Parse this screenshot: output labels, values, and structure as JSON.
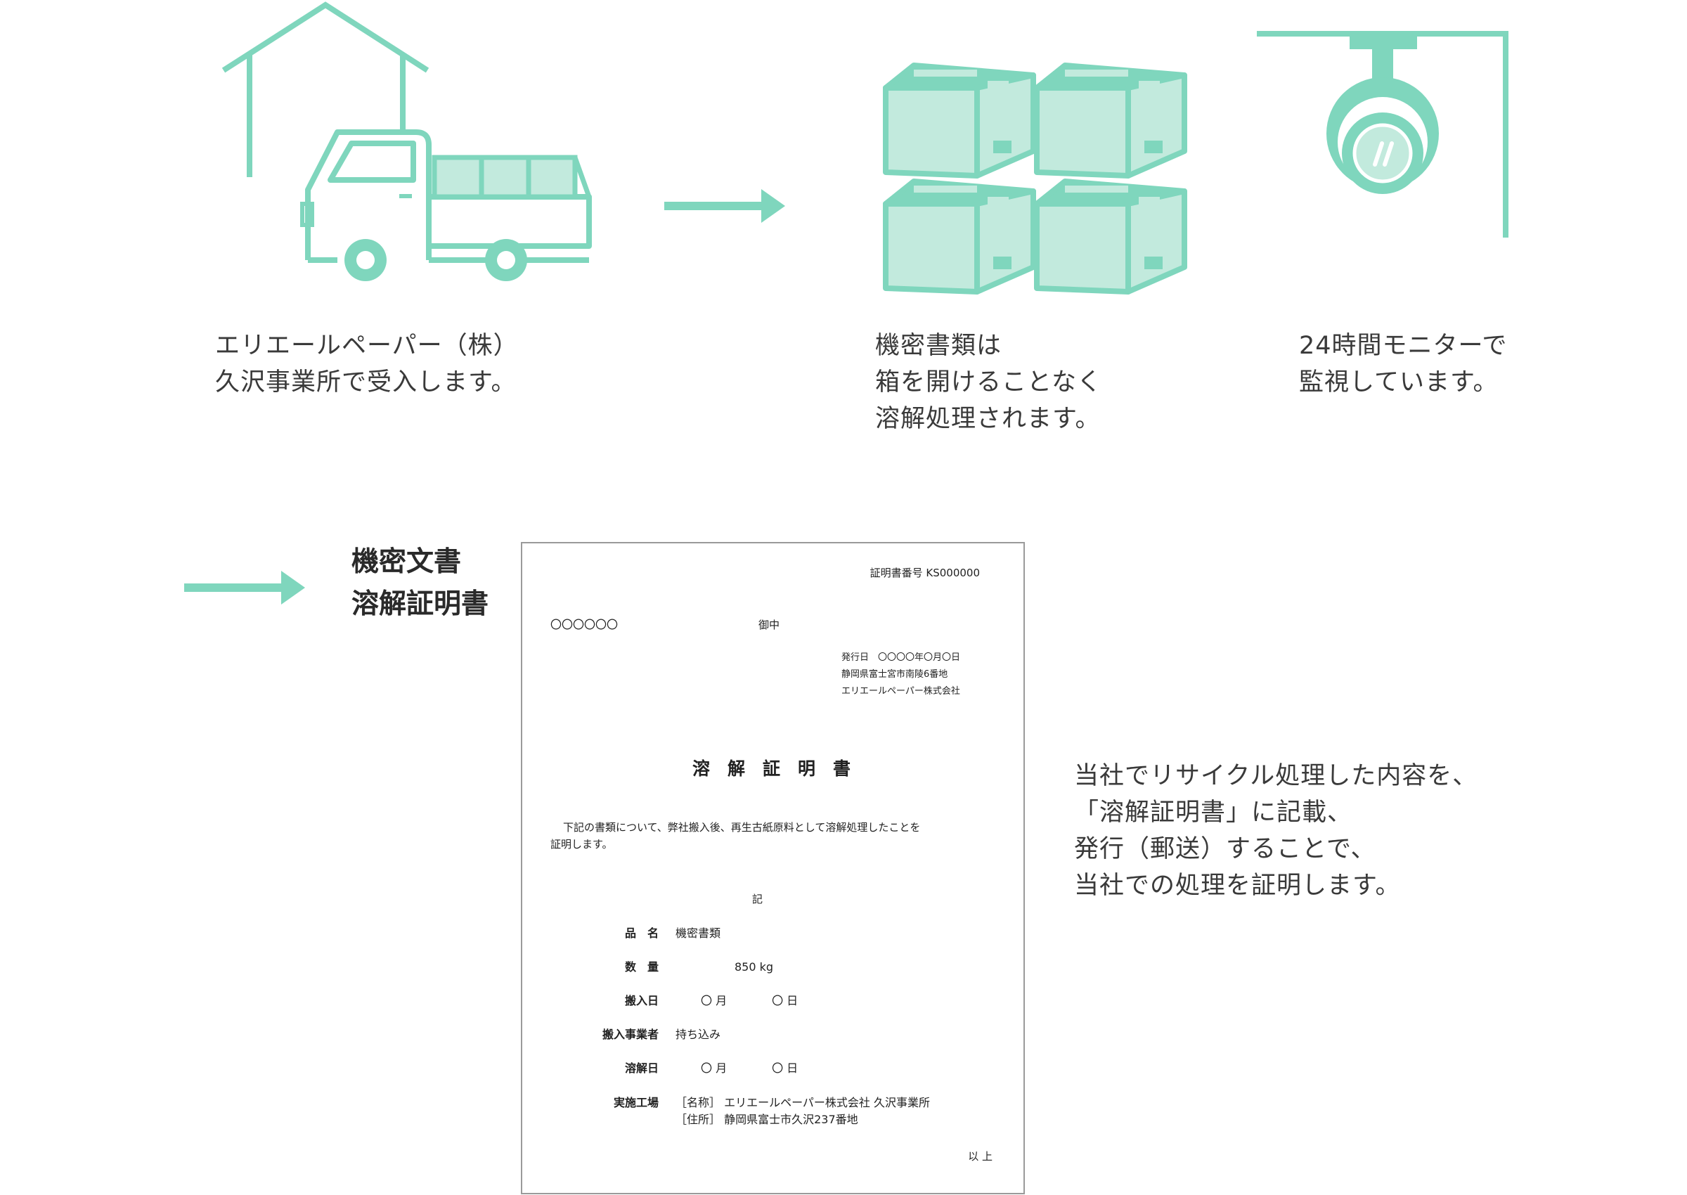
{
  "colors": {
    "accent": "#7fd6bd",
    "accent_light": "#c2eadd",
    "text": "#3a3a3a"
  },
  "icons": [
    "house-icon",
    "truck-icon",
    "arrow-right-icon",
    "boxes-icon",
    "security-camera-icon"
  ],
  "steps": [
    {
      "lines": [
        "エリエールペーパー（株）",
        "久沢事業所で受入します。"
      ]
    },
    {
      "lines": [
        "機密書類は",
        "箱を開けることなく",
        "溶解処理されます。"
      ]
    },
    {
      "lines": [
        "24時間モニターで",
        "監視しています。"
      ]
    }
  ],
  "certificate_title": [
    "機密文書",
    "溶解証明書"
  ],
  "certificate_description": [
    "当社でリサイクル処理した内容を、",
    "「溶解証明書」に記載、",
    "発行（郵送）することで、",
    "当社での処理を証明します。"
  ],
  "document": {
    "number": "証明書番号 KS000000",
    "recipient": "〇〇〇〇〇〇",
    "honorific": "御中",
    "issue_date": "発行日　〇〇〇〇年〇月〇日",
    "issuer_address": "静岡県富士宮市南陵6番地",
    "issuer_company": "エリエールペーパー株式会社",
    "heading_chars": [
      "溶",
      "解",
      "証",
      "明",
      "書"
    ],
    "body_line1": "下記の書類について、弊社搬入後、再生古紙原料として溶解処理したことを",
    "body_line2": "証明します。",
    "ki": "記",
    "rows": [
      {
        "label": "品　名",
        "value": "機密書類"
      },
      {
        "label": "数　量",
        "value": "850 kg"
      },
      {
        "label": "搬入日",
        "value": "〇 月　　　　〇 日"
      },
      {
        "label": "搬入事業者",
        "value": "持ち込み"
      },
      {
        "label": "溶解日",
        "value": "〇 月　　　　〇 日"
      },
      {
        "label": "実施工場",
        "value": "［名称］ エリエールペーパー株式会社 久沢事業所"
      }
    ],
    "factory_address": "［住所］ 静岡県富士市久沢237番地",
    "closing": "以 上"
  }
}
